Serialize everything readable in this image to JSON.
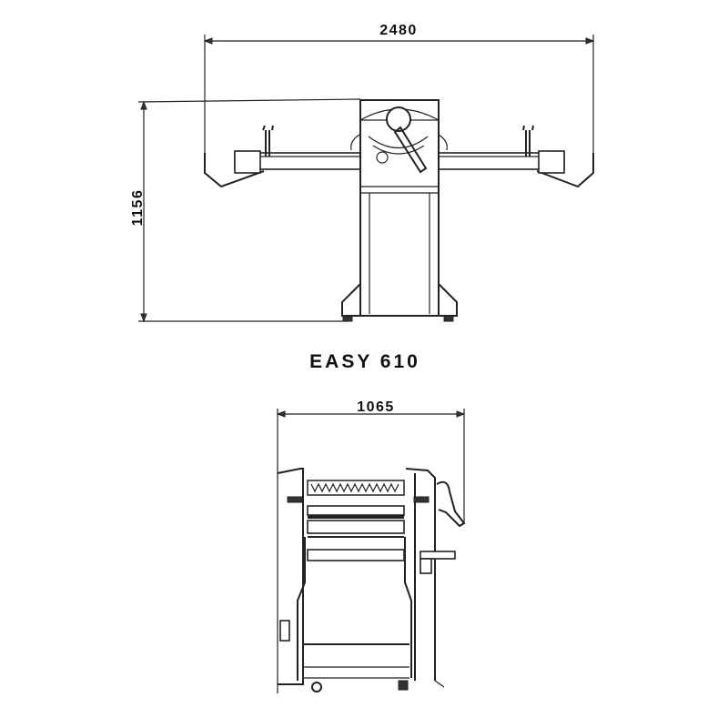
{
  "front_view": {
    "width_label": "2480",
    "height_label": "1156"
  },
  "model_title": "EASY 610",
  "side_view": {
    "width_label": "1065"
  },
  "colors": {
    "line": "#222222",
    "background": "#ffffff"
  }
}
